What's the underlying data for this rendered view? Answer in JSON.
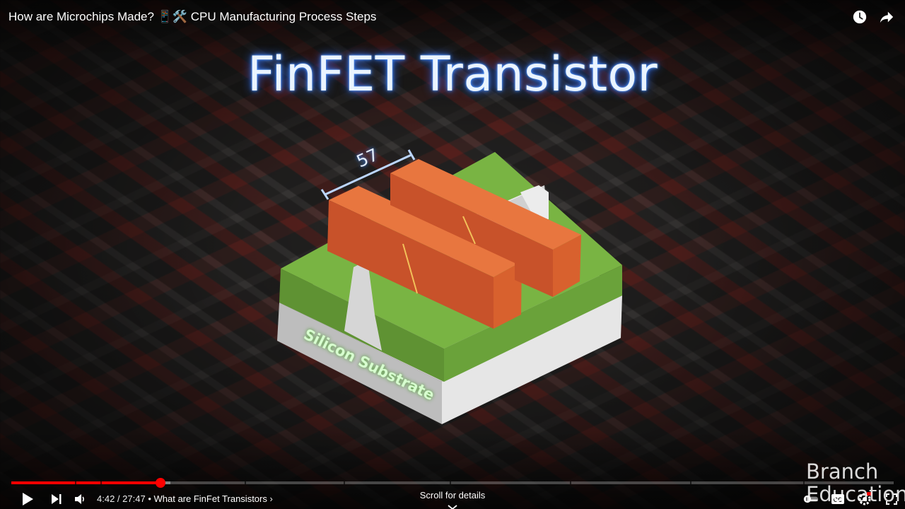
{
  "player": {
    "title": "How are Microchips Made? 📱🛠️ CPU Manufacturing Process Steps",
    "time_current": "4:42",
    "time_separator": " / ",
    "time_total": "27:47",
    "chapter_prefix": " • ",
    "chapter_title": "What are FinFet Transistors",
    "chapter_chevron": "›",
    "scroll_hint": "Scroll for details",
    "progress_fraction": 0.169,
    "buffer_fraction": 0.18,
    "accent_color": "#ff0000",
    "icons": {
      "watch_later": "clock-icon",
      "share": "share-arrow-icon",
      "play": "play-icon",
      "next": "next-track-icon",
      "volume": "volume-icon",
      "autoplay": "autoplay-toggle-icon",
      "captions": "cc-icon",
      "settings": "gear-icon",
      "fullscreen": "fullscreen-icon"
    }
  },
  "video_frame": {
    "headline": "FinFET Transistor",
    "dimension_label": "57",
    "substrate_label": "Silicon Substrate",
    "colors": {
      "gate": "#d9602f",
      "oxide": "#6fa83d",
      "substrate": "#d8d8d8",
      "glow": "#3f8cff"
    },
    "watermark_line1": "Branch",
    "watermark_line2": "Education"
  }
}
